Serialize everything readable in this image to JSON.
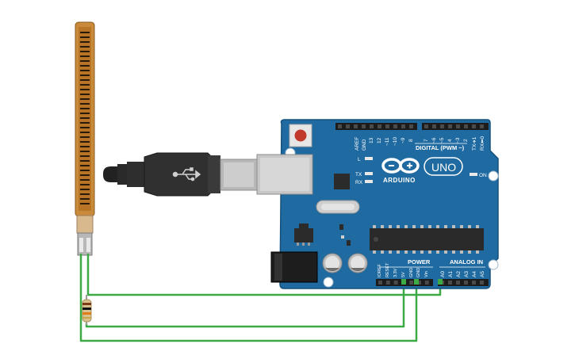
{
  "board": {
    "pin_labels": {
      "aref": "AREF",
      "gnd_top": "GND",
      "d13": "13",
      "d12": "12",
      "d11": "~11",
      "d10": "~10",
      "d9": "~9",
      "d8": "8",
      "d7": "7",
      "d6": "~6",
      "d5": "~5",
      "d4": "4",
      "d3": "~3",
      "d2": "2",
      "tx1": "TX➜1",
      "rx0": "RX⬅0"
    },
    "digital_label": "DIGITAL (PWM ~)",
    "led_l": "L",
    "led_tx": "TX",
    "led_rx": "RX",
    "brand": "ARDUINO",
    "model": "UNO",
    "on_label": "ON",
    "power_label": "POWER",
    "analog_label": "ANALOG IN",
    "power_pins": {
      "ioref": "IOREF",
      "reset": "RESET",
      "v33": "3.3V",
      "v5": "5V",
      "gnd1": "GND",
      "gnd2": "GND",
      "vin": "Vin"
    },
    "analog_pins": {
      "a0": "A0",
      "a1": "A1",
      "a2": "A2",
      "a3": "A3",
      "a4": "A4",
      "a5": "A5"
    }
  },
  "colors": {
    "board": "#1f6aa0",
    "wire": "#3dab45",
    "flex_sensor": "#c98a3c",
    "usb_cable": "#222222"
  },
  "icons": {
    "usb": "usb-symbol-icon",
    "infinity": "arduino-infinity-logo"
  }
}
